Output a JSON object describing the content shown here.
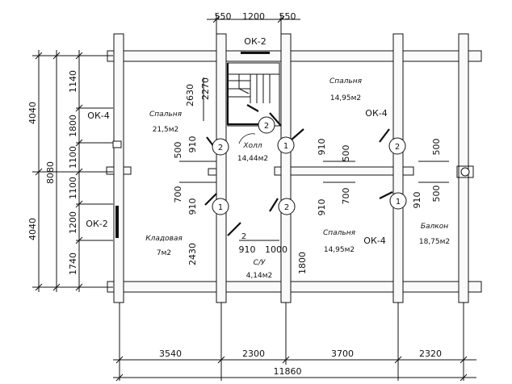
{
  "top_dims": [
    "550",
    "1200",
    "550"
  ],
  "bottom_dims": [
    "3540",
    "2300",
    "3700",
    "2320"
  ],
  "bottom_total": "11860",
  "left_dims_outer": [
    "4040",
    "8080",
    "4040"
  ],
  "left_dims_inner": [
    "1140",
    "1800",
    "1100",
    "1100",
    "1200",
    "1740"
  ],
  "windows": {
    "top": "ОК-2",
    "left_upper": "ОК-4",
    "left_lower": "ОК-2",
    "right_upper": "ОК-4",
    "right_lower": "ОК-4"
  },
  "rooms": [
    {
      "name": "Спальня",
      "area": "21,5м2"
    },
    {
      "name": "Холл",
      "area": "14,44м2"
    },
    {
      "name": "Спальня",
      "area": "14,95м2"
    },
    {
      "name": "Кладовая",
      "area": "7м2"
    },
    {
      "name": "С/У",
      "area": "4,14м2"
    },
    {
      "name": "Спальня",
      "area": "14,95м2"
    },
    {
      "name": "Балкон",
      "area": "18,75м2"
    }
  ],
  "inner_dims": {
    "stair_a": "2630",
    "stair_b": "2270",
    "d910": "910",
    "d500": "500",
    "d700": "700",
    "d2430": "2430",
    "d1000": "1000",
    "d1800": "1800"
  },
  "door_markers": [
    "1",
    "2"
  ]
}
